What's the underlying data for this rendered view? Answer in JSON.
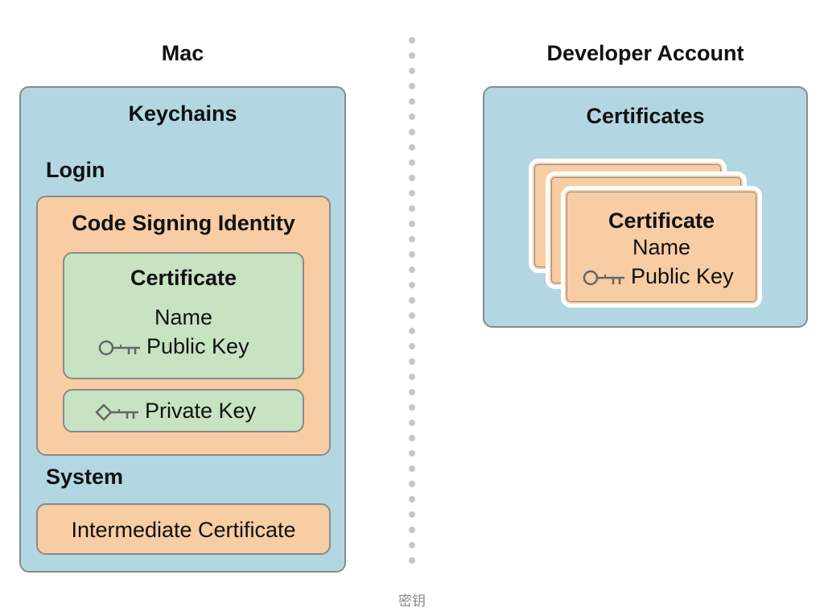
{
  "left_column": {
    "title": "Mac",
    "keychains_label": "Keychains",
    "login_label": "Login",
    "identity": {
      "title": "Code Signing Identity",
      "certificate": {
        "title": "Certificate",
        "name_label": "Name",
        "public_key_label": "Public Key"
      },
      "private_key_label": "Private Key"
    },
    "system_label": "System",
    "intermediate_label": "Intermediate Certificate"
  },
  "right_column": {
    "title": "Developer Account",
    "certificates_label": "Certificates",
    "certificate_card": {
      "title": "Certificate",
      "name_label": "Name",
      "public_key_label": "Public Key"
    }
  },
  "caption": "密钥",
  "icons": {
    "public_key": "public-key-icon",
    "private_key": "private-key-icon"
  },
  "colors": {
    "keychain_blue": "#b2d7e3",
    "identity_orange": "#f8cda4",
    "certificate_green": "#c7e3c2",
    "border_gray": "#8a8a8a",
    "divider_gray": "#c6c6c6"
  }
}
